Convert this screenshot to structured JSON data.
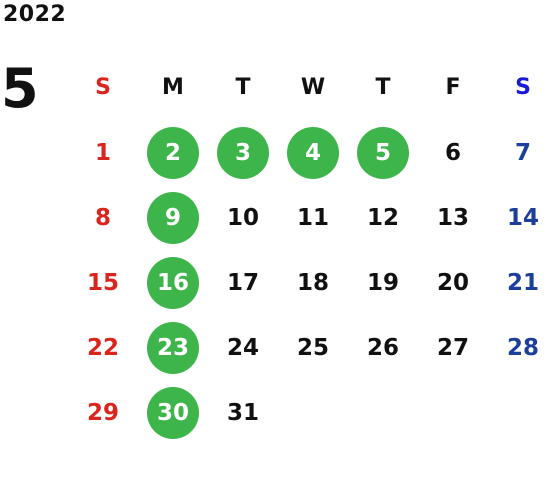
{
  "calendar": {
    "year": "2022",
    "month": "5",
    "weekdays": [
      "S",
      "M",
      "T",
      "W",
      "T",
      "F",
      "S"
    ],
    "colors": {
      "sunday": "#d9251d",
      "saturday": "#1b3f9a",
      "saturday_header": "#1a1ad8",
      "highlight": "#3db54a",
      "text": "#111111"
    },
    "weeks": [
      [
        {
          "day": "1"
        },
        {
          "day": "2",
          "highlight": true
        },
        {
          "day": "3",
          "highlight": true
        },
        {
          "day": "4",
          "highlight": true
        },
        {
          "day": "5",
          "highlight": true
        },
        {
          "day": "6"
        },
        {
          "day": "7"
        }
      ],
      [
        {
          "day": "8"
        },
        {
          "day": "9",
          "highlight": true
        },
        {
          "day": "10"
        },
        {
          "day": "11"
        },
        {
          "day": "12"
        },
        {
          "day": "13"
        },
        {
          "day": "14"
        }
      ],
      [
        {
          "day": "15"
        },
        {
          "day": "16",
          "highlight": true
        },
        {
          "day": "17"
        },
        {
          "day": "18"
        },
        {
          "day": "19"
        },
        {
          "day": "20"
        },
        {
          "day": "21"
        }
      ],
      [
        {
          "day": "22"
        },
        {
          "day": "23",
          "highlight": true
        },
        {
          "day": "24"
        },
        {
          "day": "25"
        },
        {
          "day": "26"
        },
        {
          "day": "27"
        },
        {
          "day": "28"
        }
      ],
      [
        {
          "day": "29"
        },
        {
          "day": "30",
          "highlight": true
        },
        {
          "day": "31"
        },
        {
          "day": ""
        },
        {
          "day": ""
        },
        {
          "day": ""
        },
        {
          "day": ""
        }
      ]
    ]
  }
}
